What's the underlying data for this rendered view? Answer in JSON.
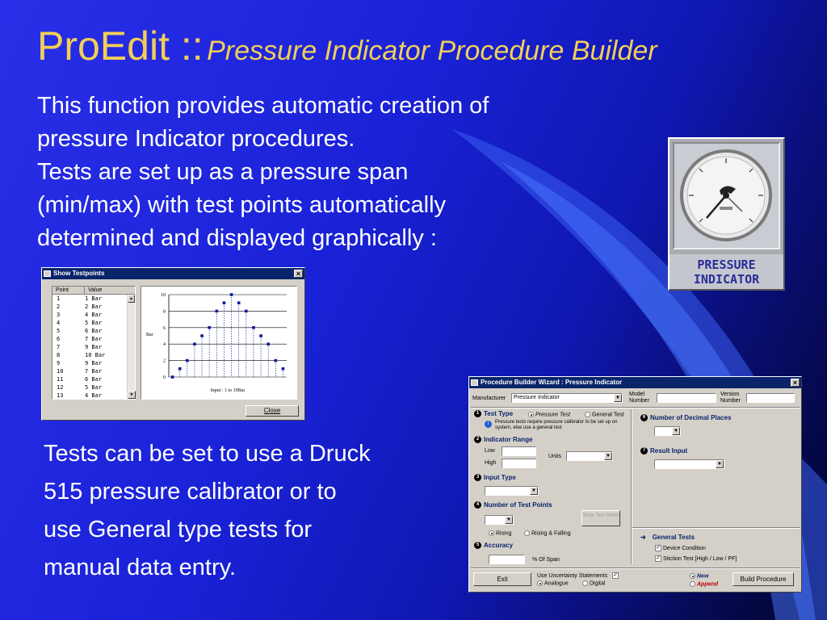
{
  "slide": {
    "title_main": "ProEdit ::",
    "title_sub": "Pressure Indicator Procedure Builder",
    "para1_lines": [
      "This function provides automatic creation of",
      "pressure Indicator procedures.",
      "Tests are set up as a pressure span",
      "(min/max) with test points automatically",
      "determined and displayed graphically :"
    ],
    "para2_lines": [
      "Tests can be set to use a Druck",
      "515 pressure calibrator or to",
      "use General type tests for",
      "manual data entry."
    ]
  },
  "icon": {
    "caption_line1": "PRESSURE",
    "caption_line2": "INDICATOR"
  },
  "testpoints": {
    "title": "Show Testpoints",
    "col_point": "Point",
    "col_value": "Value",
    "rows": [
      [
        "1",
        "1 Bar"
      ],
      [
        "2",
        "2 Bar"
      ],
      [
        "3",
        "4 Bar"
      ],
      [
        "4",
        "5 Bar"
      ],
      [
        "5",
        "6 Bar"
      ],
      [
        "6",
        "7 Bar"
      ],
      [
        "7",
        "9 Bar"
      ],
      [
        "8",
        "10 Bar"
      ],
      [
        "9",
        "9 Bar"
      ],
      [
        "10",
        "7 Bar"
      ],
      [
        "11",
        "6 Bar"
      ],
      [
        "12",
        "5 Bar"
      ],
      [
        "13",
        "4 Bar"
      ]
    ],
    "close_label": "Close"
  },
  "chart_data": {
    "type": "scatter",
    "x": [
      1,
      2,
      3,
      4,
      5,
      6,
      7,
      8,
      9,
      10,
      11,
      12,
      13,
      14,
      15,
      16
    ],
    "y": [
      0,
      1,
      2,
      4,
      5,
      6,
      8,
      9,
      10,
      9,
      8,
      6,
      5,
      4,
      2,
      1
    ],
    "ylabel": "Bar",
    "xlabel": "Input : 1 to 10Bar",
    "yticks": [
      "0",
      "2",
      "4",
      "6",
      "8",
      "10"
    ],
    "ylim": [
      0,
      10
    ],
    "grid": true
  },
  "wizard": {
    "title": "Procedure Builder Wizard : Pressure Indicator",
    "manufacturer_label": "Manufacturer",
    "manufacturer_value": "Pressure Indicator",
    "model_label": "Model Number",
    "version_label": "Version Number",
    "s1_title": "Test Type",
    "s1_opt1": "Pressure Test",
    "s1_opt2": "General Test",
    "s1_note": "Pressure tests require pressure calibrator to be set up on system, else use a general test",
    "s2_title": "Indicator Range",
    "low_label": "Low",
    "high_label": "High",
    "units_label": "Units",
    "s3_title": "Input Type",
    "s4_title": "Number of Test Points",
    "show_test_points_label": "Show Test Points",
    "rising_label": "Rising",
    "rising_falling_label": "Rising & Falling",
    "s5_title": "Accuracy",
    "span_label": "% Of Span",
    "s6_title": "Number of Decimal Places",
    "s7_title": "Result Input",
    "general_tests_title": "General Tests",
    "device_condition_label": "Device Condition",
    "stiction_label": "Stiction Test [High / Low / PF]",
    "exit_label": "Exit",
    "uncertainty_label": "Use Uncertainty Statements",
    "analogue_label": "Analogue",
    "digital_label": "Digital",
    "new_label": "New",
    "append_label": "Append",
    "build_label": "Build Procedure",
    "numbers": [
      "1",
      "2",
      "3",
      "4",
      "5",
      "6",
      "7"
    ]
  }
}
